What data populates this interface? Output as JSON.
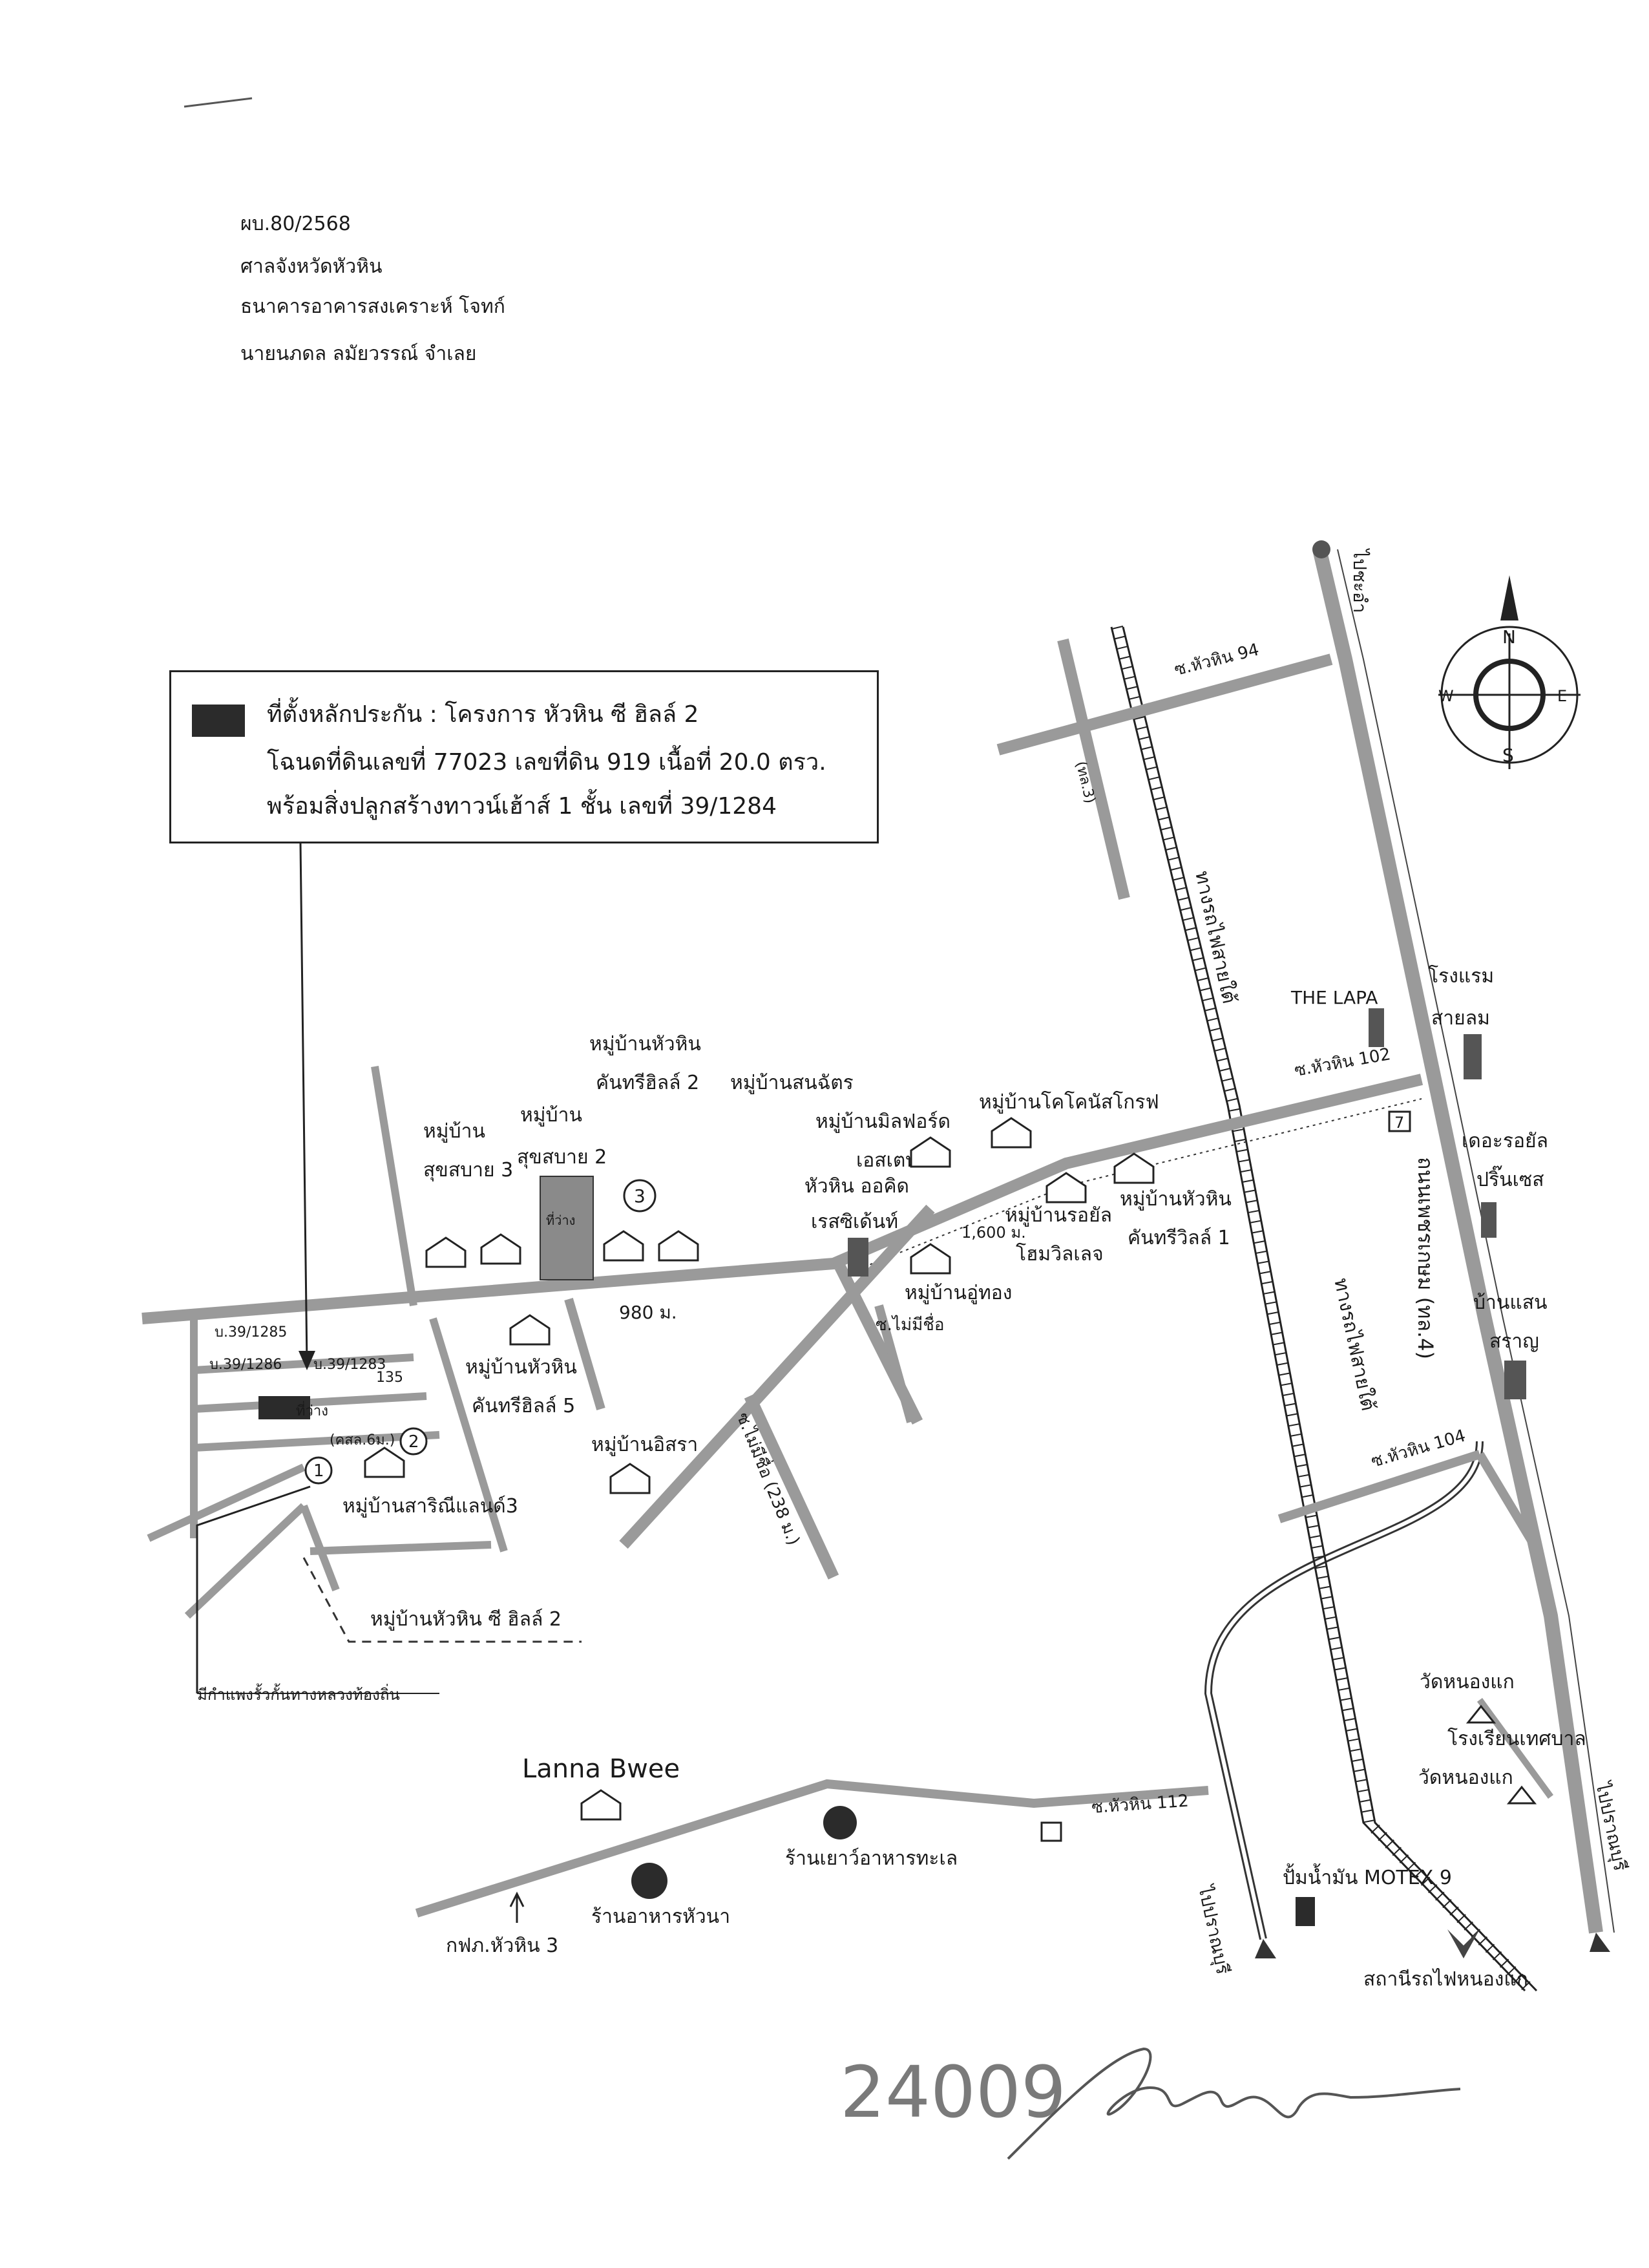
{
  "header": {
    "case_no": "ผบ.80/2568",
    "court": "ศาลจังหวัดหัวหิน",
    "plaintiff": "ธนาคารอาคารสงเคราะห์   โจทก์",
    "defendant": "นายนภดล ลมัยวรรณ์  จำเลย"
  },
  "legend": {
    "line1": "ที่ตั้งหลักประกัน : โครงการ หัวหิน ซี ฮิลล์ 2",
    "line2": "โฉนดที่ดินเลขที่ 77023 เลขที่ดิน 919 เนื้อที่ 20.0 ตรว.",
    "line3": "พร้อมสิ่งปลูกสร้างทาวน์เฮ้าส์ 1 ชั้น เลขที่ 39/1284"
  },
  "compass": {
    "n": "N",
    "s": "S",
    "e": "E",
    "w": "W"
  },
  "roads": {
    "cha_am": "ไปชะอำ",
    "soi94": "ซ.หัวหิน 94",
    "soi102": "ซ.หัวหิน 102",
    "soi104": "ซ.หัวหิน 104",
    "soi112": "ซ.หัวหิน 112",
    "phetkasem": "ถนนเพชรเกษม (ทล.4)",
    "railway1": "ทางรถไฟสายใต้",
    "railway2": "ทางรถไฟสายใต้",
    "pranburi": "ไปปราณบุรี",
    "pranburi2": "ไปปราณบุรี",
    "dist_980": "980 ม.",
    "dist_1600": "1,600 ม.",
    "dist_135": "135",
    "no_name": "ซ.ไม่มีชื่อ",
    "no_name_long": "ซ.ไม่มีชื่อ (238 ม.)",
    "side_road": "(ทล.3)",
    "gamut_road": "(คสล.6ม.)"
  },
  "places": {
    "the_lapa": "THE LAPA",
    "hotel1": "โรงแรม",
    "hotel2": "สายลม",
    "royal1": "เดอะรอยัล",
    "royal2": "ปริ๊นเซส",
    "baan1": "บ้านแสน",
    "baan2": "สราญ",
    "v_huahin_cantree2_a": "หมู่บ้านหัวหิน",
    "v_huahin_cantree2_b": "คันทรีฮิลล์ 2",
    "v_sonchat": "หมู่บ้านสนฉัตร",
    "v_suksabai3_a": "หมู่บ้าน",
    "v_suksabai3_b": "สุขสบาย 3",
    "v_suksabai2_a": "หมู่บ้าน",
    "v_suksabai2_b": "สุขสบาย 2",
    "vacant": "ที่ว่าง",
    "v_milford": "หมู่บ้านมิลฟอร์ด",
    "v_estate": "เอสเตท",
    "v_orchid": "หัวหิน ออคิด",
    "v_resident": "เรสซิเด้นท์",
    "v_coconut": "หมู่บ้านโคโคนัสโกรฟ",
    "v_royal_a": "หมู่บ้านรอยัล",
    "v_royal_b": "โฮมวิลเลจ",
    "v_cantreeville_a": "หมู่บ้านหัวหิน",
    "v_cantreeville_b": "คันทรีวิลล์ 1",
    "v_uthong": "หมู่บ้านอู่ทอง",
    "v_cantree5_a": "หมู่บ้านหัวหิน",
    "v_cantree5_b": "คันทรีฮิลล์ 5",
    "v_isara": "หมู่บ้านอิสรา",
    "v_sarin": "หมู่บ้านสาริณีแลนด์3",
    "v_seahill": "หมู่บ้านหัวหิน ซี ฮิลล์ 2",
    "wall_note": "มีกำแพงรั้วกั้นทางหลวงท้องถิ่น",
    "unit_1285": "บ.39/1285",
    "unit_1286": "บ.39/1286",
    "unit_1283": "บ.39/1283",
    "vacant2": "ที่ว่าง",
    "marker1": "1",
    "marker2": "2",
    "marker3": "3",
    "lanna": "Lanna Bwee",
    "wat1": "วัดหนองแก",
    "school": "โรงเรียนเทศบาล",
    "wat2": "วัดหนองแก",
    "seafood": "ร้านเยาว์อาหารทะเล",
    "huana": "ร้านอาหารหัวนา",
    "pea": "กฟภ.หัวหิน 3",
    "motex": "ปั้มน้ำมัน MOTEX 9",
    "station": "สถานีรถไฟหนองแก",
    "seven": "7"
  },
  "handwriting": {
    "number": "24009"
  },
  "colors": {
    "road": "#9a9a9a",
    "ink": "#1a1a1a",
    "fill_dark": "#2b2b2b",
    "pencil": "#7a7a7a"
  }
}
